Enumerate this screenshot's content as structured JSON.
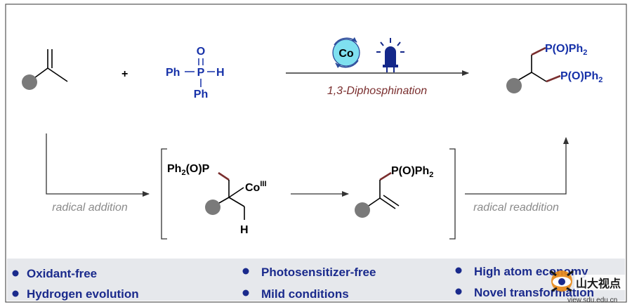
{
  "reagent": {
    "plus": "+",
    "ph_left": "Ph",
    "p": "P",
    "h": "H",
    "o": "O",
    "ph_bottom": "Ph"
  },
  "catalyst": {
    "co": "Co"
  },
  "arrow_label": "1,3-Diphosphination",
  "product": {
    "group1": "P(O)Ph",
    "group2": "P(O)Ph",
    "sub": "2"
  },
  "intermediate1": {
    "ph": "Ph",
    "sub": "2",
    "po": "(O)P",
    "co": "Co",
    "sup": "III",
    "h": "H"
  },
  "intermediate2": {
    "group": "P(O)Ph",
    "sub": "2"
  },
  "labels": {
    "radical_addition": "radical addition",
    "radical_readdition": "radical readdition"
  },
  "features": [
    [
      "Oxidant-free",
      "Photosensitizer-free",
      "High atom economy"
    ],
    [
      "Hydrogen evolution",
      "Mild conditions",
      "Novel transformation"
    ]
  ],
  "watermark": {
    "text": "山大视点",
    "url": "view.sdu.edu.cn"
  },
  "colors": {
    "text_blue": "#1530a8",
    "bond_red": "#7a2e2e",
    "catalyst_cyan": "#7fe0f0",
    "dot_gray": "#7a7a7a",
    "bullet": "#1a2a8c"
  }
}
